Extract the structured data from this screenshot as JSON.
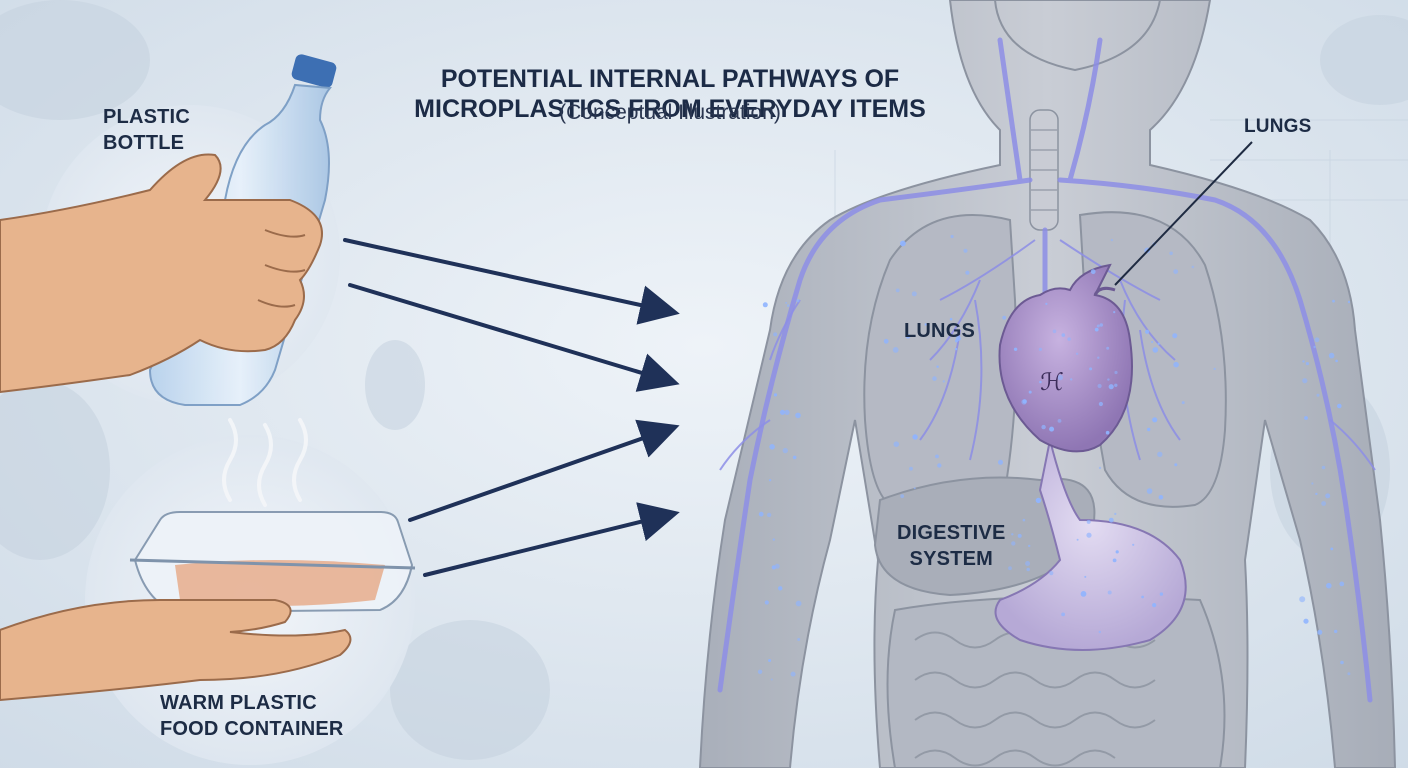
{
  "title": {
    "line1": "POTENTIAL INTERNAL PATHWAYS OF",
    "line2": "MICROPLASTICS FROM EVERYDAY ITEMS",
    "subtitle": "(Conceptual Illustration)"
  },
  "sources": {
    "bottle": {
      "line1": "PLASTIC",
      "line2": "BOTTLE"
    },
    "container": {
      "line1": "WARM PLASTIC",
      "line2": "FOOD CONTAINER"
    }
  },
  "organs": {
    "lungs_callout": "LUNGS",
    "lungs_inline": "LUNGS",
    "digestive_line1": "DIGESTIVE",
    "digestive_line2": "SYSTEM",
    "heart_mark": "ℋ"
  },
  "colors": {
    "background": "#dde6ef",
    "arrow": "#1f3158",
    "vessels": "#8d8ee6",
    "body": "#b9bec8",
    "heart": "#a48bc6",
    "stomach": "#c9c1e2",
    "particles": "#8fb4ff"
  },
  "icons": [
    "water-bottle-icon",
    "food-container-icon",
    "steam-icon",
    "heart-icon"
  ]
}
